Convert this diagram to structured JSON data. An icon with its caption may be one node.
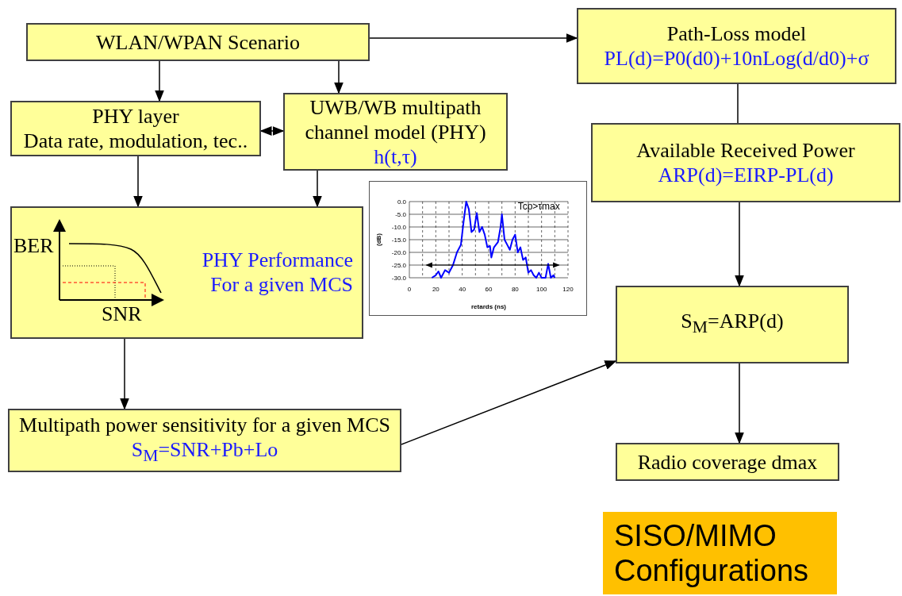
{
  "diagram": {
    "nodes": [
      {
        "text": [
          "WLAN/WPAN Scenario"
        ]
      },
      {
        "text": [
          "Path-Loss model",
          "PL(d)=P0(d0)+10nLog(d/d0)+σ"
        ]
      },
      {
        "text": [
          "PHY layer",
          "Data rate, modulation, tec.."
        ]
      },
      {
        "text": [
          "UWB/WB multipath channel model  (PHY)",
          "h(t,τ)"
        ]
      },
      {
        "text": [
          "Available Received Power",
          "ARP(d)=EIRP-PL(d)"
        ]
      },
      {
        "text": [
          "BER",
          "SNR",
          "PHY Performance For a given MCS"
        ]
      },
      {
        "text": [
          "S$_{M}$=ARP(d)"
        ]
      },
      {
        "text": [
          "Multipath power sensitivity for a given MCS",
          "S$_{M}$=SNR+Pb+Lo"
        ]
      },
      {
        "text": [
          "Radio coverage dmax"
        ]
      },
      {
        "text": [
          "SISO/MIMO Configurations"
        ]
      }
    ],
    "edges": [
      {
        "from": 0,
        "to": 1,
        "arrow": "to"
      },
      {
        "from": 0,
        "to": 2,
        "arrow": "to"
      },
      {
        "from": 0,
        "to": 3,
        "arrow": "to"
      },
      {
        "from": 2,
        "to": 3,
        "arrow": "both"
      },
      {
        "from": 2,
        "to": 5,
        "arrow": "to"
      },
      {
        "from": 3,
        "to": 5,
        "arrow": "to"
      },
      {
        "from": 1,
        "to": 4,
        "arrow": "none"
      },
      {
        "from": 4,
        "to": 6,
        "arrow": "to"
      },
      {
        "from": 5,
        "to": 7,
        "arrow": "to"
      },
      {
        "from": 7,
        "to": 6,
        "arrow": "to"
      },
      {
        "from": 6,
        "to": 8,
        "arrow": "to"
      }
    ],
    "chart_data": {
      "type": "line",
      "xlabel": "retards (ns)",
      "ylabel": "(dB)",
      "xlim": [
        0,
        120
      ],
      "ylim": [
        -30,
        0
      ],
      "xticks": [
        0,
        20,
        40,
        60,
        80,
        100,
        120
      ],
      "yticks": [
        {
          "value": 0,
          "label": "0.0"
        },
        {
          "value": -5,
          "label": "-5.0"
        },
        {
          "value": -10,
          "label": "-10.0"
        },
        {
          "value": -15,
          "label": "-15.0"
        },
        {
          "value": -20,
          "label": "-20.0"
        },
        {
          "value": -25,
          "label": "-25.0"
        },
        {
          "value": -30,
          "label": "-30.0"
        }
      ],
      "x": [
        17,
        20,
        22,
        24,
        27,
        30,
        33,
        36,
        39,
        41,
        43,
        45,
        47,
        49,
        51,
        53,
        55,
        57,
        59,
        61,
        62,
        64,
        67,
        69,
        70,
        72,
        74,
        76,
        78,
        80,
        82,
        84,
        86,
        88,
        90,
        92,
        94,
        96,
        98,
        100,
        103,
        105,
        107,
        109,
        110
      ],
      "series": [
        {
          "color": "#0000ff",
          "values": [
            -30,
            -29,
            -27.5,
            -30,
            -27,
            -28,
            -25,
            -20,
            -17,
            -8,
            0,
            -3,
            -12,
            -11,
            -4.5,
            -12,
            -10,
            -13,
            -18,
            -17.5,
            -22,
            -18,
            -16,
            -10,
            -5,
            -15,
            -17,
            -19,
            -15,
            -13,
            -20,
            -18,
            -23,
            -22,
            -28,
            -27,
            -29,
            -30,
            -28,
            -30,
            -30,
            -24.5,
            -30,
            -29,
            -30
          ]
        }
      ],
      "grid": true,
      "ref_lines": [
        {
          "axis": "y",
          "value": -25
        }
      ],
      "annotations": [
        "Tcp>τmax"
      ]
    }
  }
}
